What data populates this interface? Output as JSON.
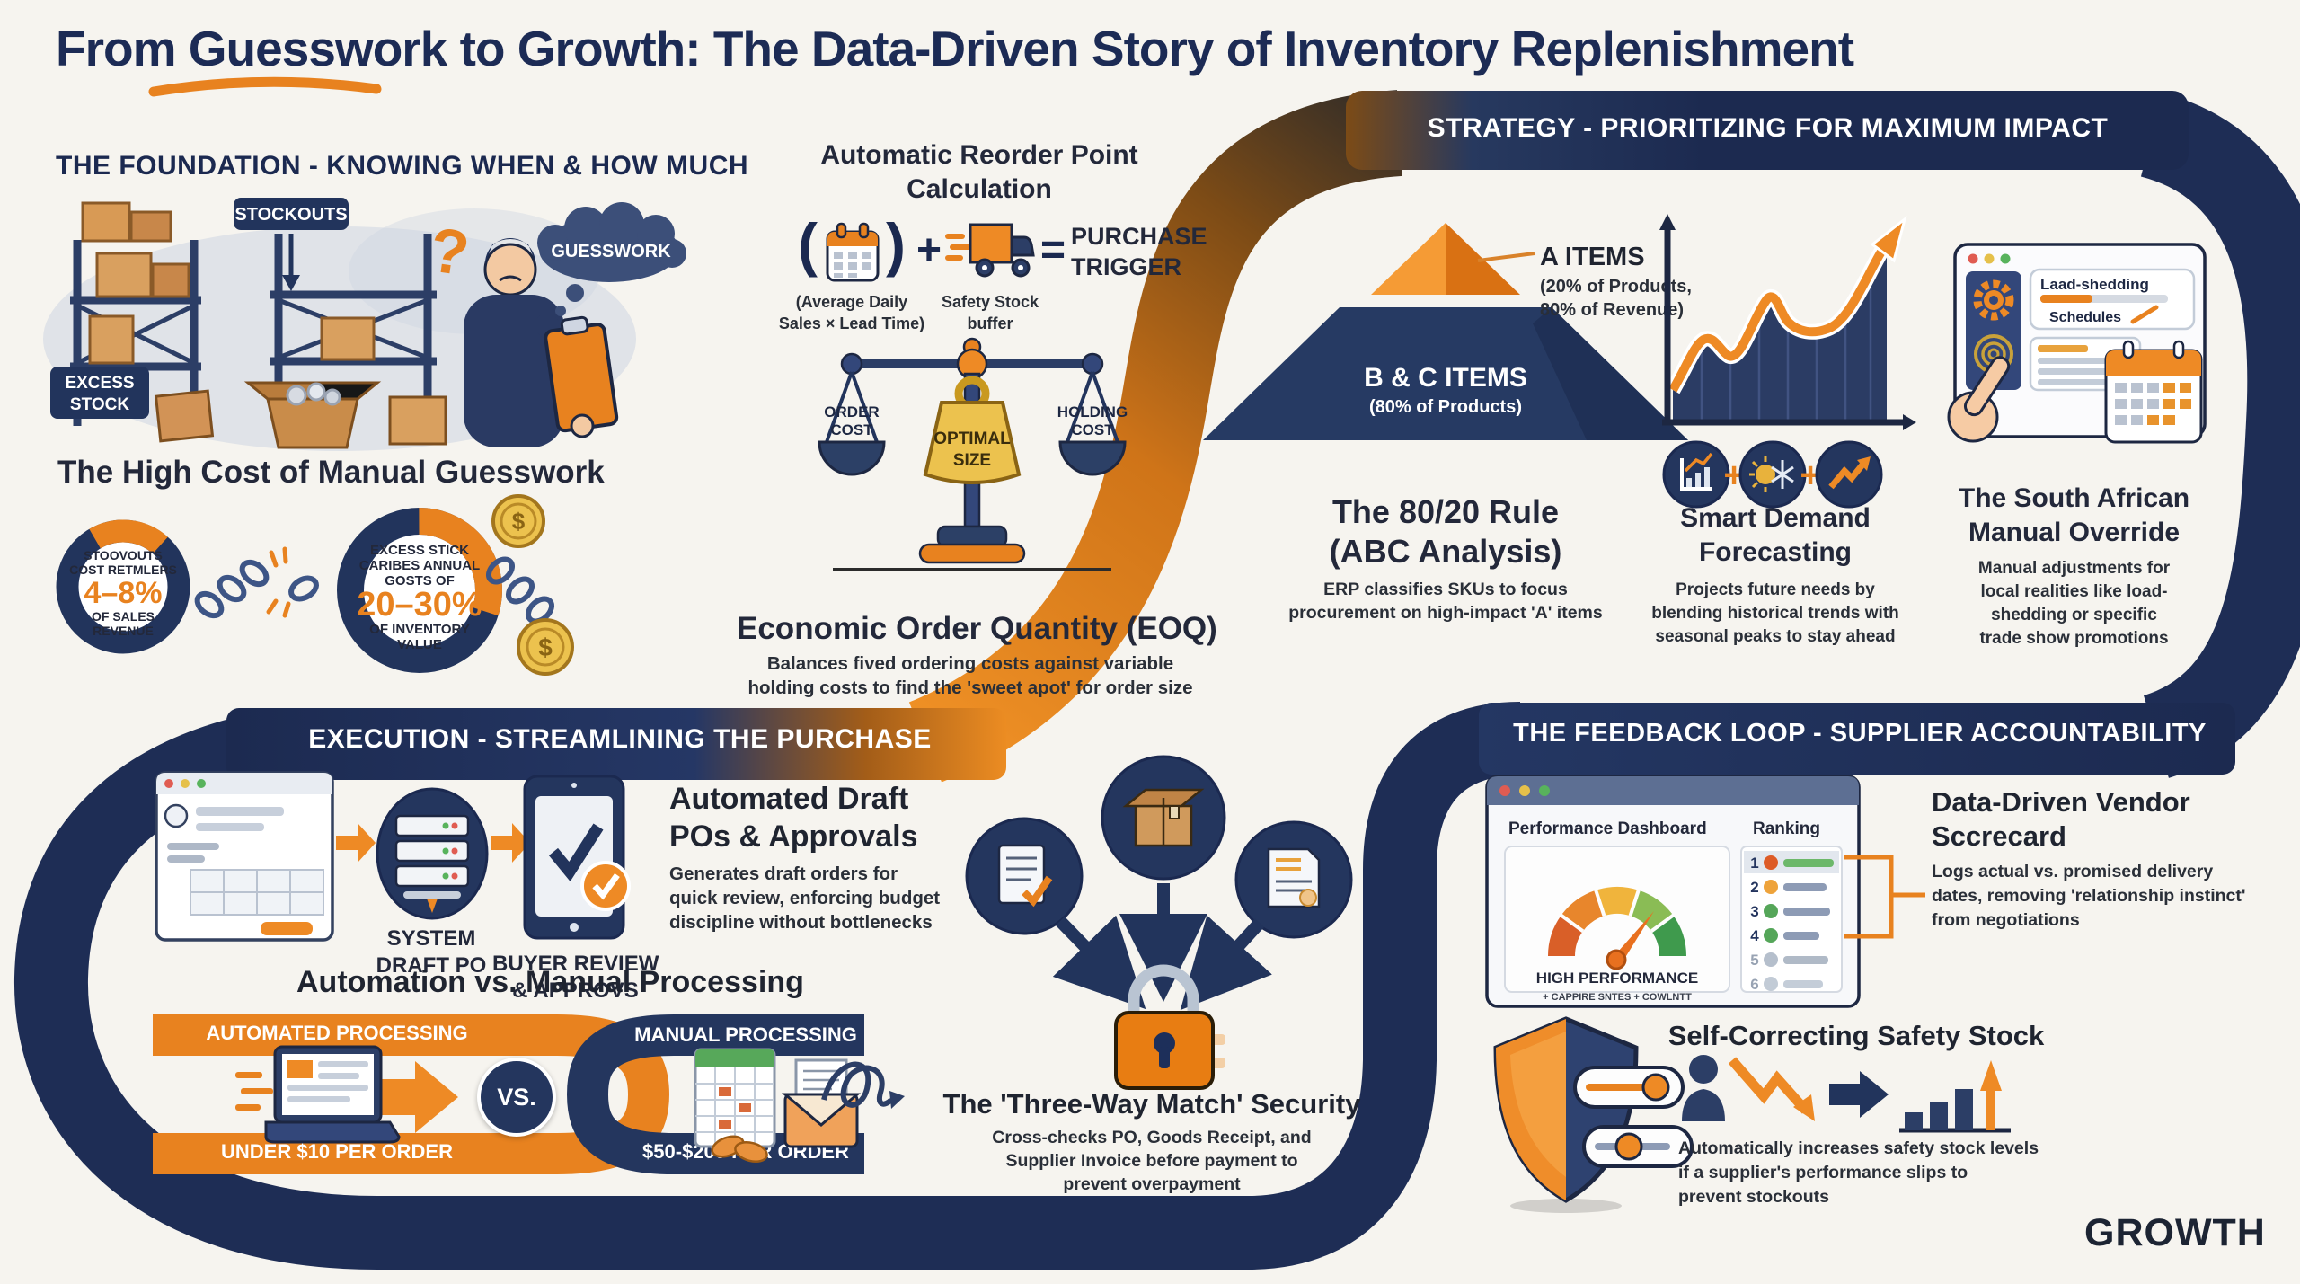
{
  "theme": {
    "navy": "#1e2d55",
    "orange": "#ee8a25",
    "gold": "#e3b23a",
    "bg": "#f6f4ef",
    "banner_text": "#ffffff"
  },
  "title": {
    "text": "From Guesswork to Growth: The Data-Driven Story of Inventory Replenishment"
  },
  "growth_label": "GROWTH",
  "foundation": {
    "heading": "THE FOUNDATION - KNOWING WHEN & HOW MUCH",
    "scene": {
      "stockouts": "STOCKOUTS",
      "excess1": "EXCESS",
      "excess2": "STOCK",
      "guesswork": "GUESSWORK",
      "question_mark": "?"
    },
    "cost_heading": "The High Cost of Manual Guesswork",
    "donut_left": {
      "line1": "STOOVOUTS",
      "line2": "COST RETMLERS",
      "value": "4–8%",
      "line3": "OF SALES",
      "line4": "REVENUE"
    },
    "donut_right": {
      "line1": "EXCESS STICK",
      "line2": "CARIBES ANNUAL",
      "line3": "GOSTS OF",
      "value": "20–30%",
      "line4": "OF INVENTORY",
      "line5": "VALUE"
    },
    "coin_symbol": "$"
  },
  "reorder": {
    "heading1": "Automatic Reorder Point",
    "heading2": "Calculation",
    "paren_open": "(",
    "paren_close": ")",
    "plus": "+",
    "equals": "=",
    "trigger1": "PURCHASE",
    "trigger2": "TRIGGER",
    "cal_label1": "(Average Daily",
    "cal_label2": "Sales × Lead Time)",
    "truck_label1": "Safety Stock",
    "truck_label2": "buffer",
    "scale": {
      "left1": "ORDER",
      "left2": "COST",
      "center1": "OPTIMAL",
      "center2": "SIZE",
      "right1": "HOLDING",
      "right2": "COST"
    },
    "eoq_heading": "Economic Order Quantity (EOQ)",
    "eoq_sub1": "Balances fived ordering costs against variable",
    "eoq_sub2": "holding costs to find the 'sweet apot' for order size"
  },
  "strategy": {
    "banner": "STRATEGY - PRIORITIZING FOR MAXIMUM IMPACT",
    "a_items": "A ITEMS",
    "a_sub1": "(20% of Products,",
    "a_sub2": "80% of Revenue)",
    "bc_items": "B & C ITEMS",
    "bc_sub": "(80% of Products)",
    "rule1": "The 80/20 Rule",
    "rule2": "(ABC Analysis)",
    "rule_sub1": "ERP classifies SKUs to focus",
    "rule_sub2": "procurement on high-impact 'A' items"
  },
  "forecasting": {
    "plus": "+",
    "heading1": "Smart Demand",
    "heading2": "Forecasting",
    "sub1": "Projects future needs by",
    "sub2": "blending historical trends with",
    "sub3": "seasonal peaks to stay ahead"
  },
  "override": {
    "card_line1": "Laad-shedding",
    "card_line2": "Schedules",
    "heading1": "The South African",
    "heading2": "Manual Override",
    "sub1": "Manual adjustments for",
    "sub2": "local realities like load-",
    "sub3": "shedding or specific",
    "sub4": "trade show promotions"
  },
  "execution": {
    "banner": "EXECUTION - STREAMLINING THE PURCHASE",
    "step1a": "SYSTEM",
    "step1b": "DRAFT PO",
    "step2a": "BUYER REVIEW",
    "step2b": "& APPROVS",
    "auto_h1": "Automated Draft",
    "auto_h2": "POs & Approvals",
    "auto_sub1": "Generates draft orders for",
    "auto_sub2": "quick review, enforcing budget",
    "auto_sub3": "discipline without bottlenecks",
    "vs_heading": "Automation vs. Manual Processing",
    "vs": "VS.",
    "automated_top": "AUTOMATED PROCESSING",
    "automated_bottom": "UNDER $10 PER ORDER",
    "manual_top": "MANUAL PROCESSING",
    "manual_bottom": "$50-$200 PER ORDER"
  },
  "three_way": {
    "heading": "The 'Three-Way Match' Security",
    "sub1": "Cross-checks PO, Goods Receipt, and",
    "sub2": "Supplier Invoice before payment to",
    "sub3": "prevent overpayment"
  },
  "feedback": {
    "banner": "THE FEEDBACK LOOP - SUPPLIER ACCOUNTABILITY",
    "dashboard_title": "Performance Dashboard",
    "ranking_title": "Ranking",
    "ranking": [
      "1",
      "2",
      "3",
      "4",
      "5",
      "6"
    ],
    "gauge_label": "HIGH PERFORMANCE",
    "gauge_sub": "+ CAPPIRE SNTES   + COWLNTT",
    "scorecard_h1": "Data-Driven Vendor",
    "scorecard_h2": "Sccrecard",
    "scorecard_sub1": "Logs actual vs. promised delivery",
    "scorecard_sub2": "dates, removing 'relationship instinct'",
    "scorecard_sub3": "from negotiations",
    "safety_heading": "Self-Correcting Safety Stock",
    "safety_sub1": "Automatically increases safety stock levels",
    "safety_sub2": "if a supplier's performance slips to",
    "safety_sub3": "prevent stockouts"
  }
}
